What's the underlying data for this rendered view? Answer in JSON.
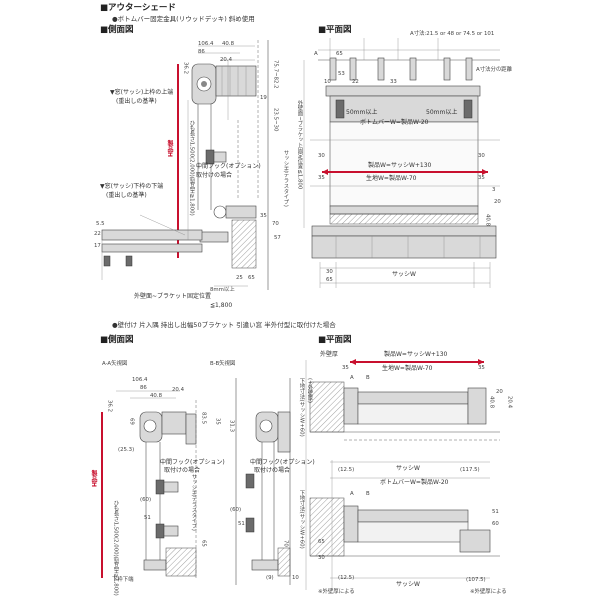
{
  "top": {
    "title": "■アウターシェード",
    "subtitle": "●ボトムバー固定金具(リウッドデッキ) 斜め使用",
    "side_heading": "■側面図",
    "plan_heading": "■平面図",
    "a_dims": "A寸法:21.5 or 48 or 74.5 or 101",
    "side": {
      "dims": [
        "106.4",
        "86",
        "20.4",
        "40.8",
        "75.7~82.2",
        "36.2",
        "23.5~30",
        "19",
        "70",
        "35",
        "57",
        "22",
        "5.5",
        "17",
        "25",
        "65",
        "8mm以上"
      ],
      "label_window_top": "▼窓(サッシ)上枠の上端",
      "label_window_top_sub": "(重出しの基準)",
      "label_window_bottom": "▼窓(サッシ)下枠の下端",
      "label_window_bottom_sub": "(重出しの基準)",
      "label_product_h": "製品H",
      "label_pull_length": "ひも長さ1,500(2,000)(製品H≧1,800)",
      "label_hook": "中間フック(オプション)",
      "label_hook_sub": "取付けの場合",
      "label_sash_terrace": "サッシH(テラスタイプ)",
      "label_bracket_pos": "外壁面~ブラケット固定位置",
      "label_bracket_val": "≦1,800"
    },
    "plan": {
      "dims": [
        "A",
        "65",
        "53",
        "10",
        "22",
        "33",
        "30",
        "35",
        "40.8",
        "3",
        "20",
        "30",
        "35",
        "30",
        "65"
      ],
      "label_min_left": "50mm以上",
      "label_min_right": "50mm以上",
      "label_bottombar": "ボトムバーW=製品W-20",
      "label_product_w": "製品W=サッシW+130",
      "label_cloth_w": "生地W=製品W-70",
      "label_sash_w": "サッシW",
      "label_pos": "外壁面~ブラケット固定位置≦1,800",
      "label_bracket_dist": "A寸法分の距離"
    }
  },
  "bottom": {
    "subtitle": "●壁付け 片入隅 持出し出幅50ブラケット 引違い窓 半外付型に取付けた場合",
    "side_heading": "■側面図",
    "plan_heading": "■平面図",
    "view_a": "A-A矢視図",
    "view_b": "B-B矢視図",
    "side": {
      "dims": [
        "106.4",
        "86",
        "20.4",
        "40.8",
        "36.2",
        "69",
        "83.5",
        "35",
        "31.3",
        "(25.3)",
        "(60)",
        "51",
        "(60)",
        "51",
        "65",
        "70",
        "(9)",
        "10"
      ],
      "label_hook": "中間フック(オプション)",
      "label_hook_sub": "取付けの場合",
      "label_product_h": "製品H",
      "label_pull": "ひも長さ1,500(2,000)(製品H≧1,800)",
      "label_sash_terrace": "サッシH(テラスタイプ)",
      "label_bottom": "下枠下端"
    },
    "plan": {
      "label_wall": "外壁厚",
      "label_product_w": "製品W=サッシW+130",
      "label_cloth_w": "生地W=製品W-70",
      "label_bottombar": "ボトムバーW=製品W-20",
      "label_sash_w": "サッシW",
      "label_left_dim": "下地寸法(サッシW+60)",
      "label_left_dim_sub": "(+外壁厚)",
      "label_sash_dim": "下地寸法(サッシW+60)",
      "dims": [
        "35",
        "35",
        "(12.5)",
        "(117.5)",
        "(12.5)",
        "(107.5)",
        "40.8",
        "20",
        "20.4",
        "51",
        "60",
        "65",
        "30",
        "A",
        "B",
        "A",
        "B"
      ],
      "label_note1": "※外壁厚による",
      "label_note2": "※外壁厚による"
    }
  }
}
